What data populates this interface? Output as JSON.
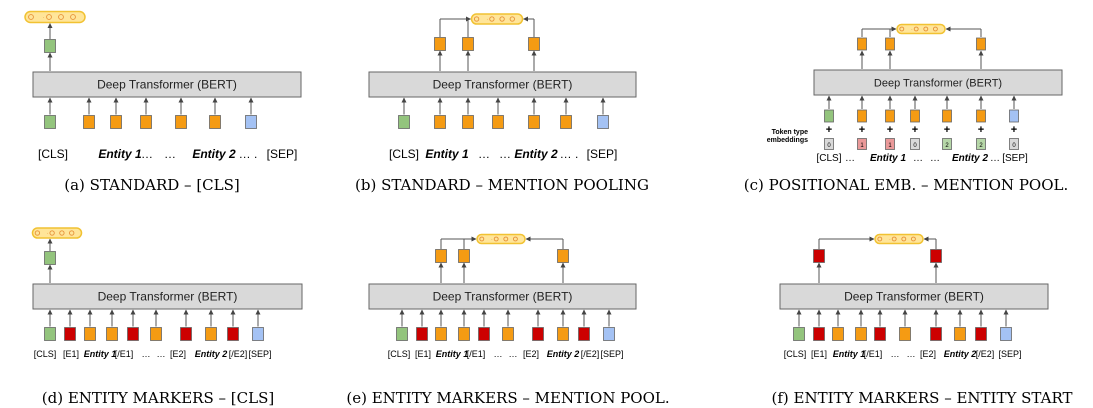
{
  "colors": {
    "cls": "#93c47d",
    "entity": "#f59b13",
    "marker": "#cc0000",
    "sep": "#a4c2f4",
    "transformer_fill": "#d9d9d9",
    "pool_fill": "#ffe599",
    "pool_stroke": "#f1c232",
    "type_gray": "#d9d9d9",
    "type_red": "#ea9999",
    "type_green": "#b6d7a8"
  },
  "panels": [
    {
      "id": "a",
      "caption": "(a) STANDARD – [CLS]",
      "transformer_label": "Deep Transformer (BERT)",
      "tokens": [
        "[CLS]",
        "Entity 1",
        "…",
        "…",
        "Entity 2",
        "… .",
        "[SEP]"
      ],
      "pooled": "cls"
    },
    {
      "id": "b",
      "caption": "(b) STANDARD – MENTION POOLING",
      "transformer_label": "Deep Transformer (BERT)",
      "tokens": [
        "[CLS]",
        "Entity 1",
        "…",
        "…",
        "Entity 2",
        "… .",
        "[SEP]"
      ],
      "pooled": "mention"
    },
    {
      "id": "c",
      "caption": "(c) POSITIONAL EMB. – MENTION POOL.",
      "transformer_label": "Deep Transformer (BERT)",
      "type_embeddings_label": [
        "Token type",
        "embeddings"
      ],
      "type_ids": [
        "0",
        "1",
        "1",
        "0",
        "2",
        "2",
        "0"
      ],
      "tokens": [
        "[CLS]",
        "…",
        "Entity 1",
        "…",
        "…",
        "Entity 2",
        "…",
        "[SEP]"
      ],
      "pooled": "mention"
    },
    {
      "id": "d",
      "caption": "(d) ENTITY MARKERS – [CLS]",
      "transformer_label": "Deep Transformer (BERT)",
      "tokens": [
        "[CLS]",
        "[E1]",
        "Entity 1",
        "[/E1]",
        "…",
        "…",
        "[E2]",
        "Entity 2",
        "[/E2]",
        "[SEP]"
      ],
      "pooled": "cls"
    },
    {
      "id": "e",
      "caption": "(e) ENTITY MARKERS – MENTION POOL.",
      "transformer_label": "Deep Transformer (BERT)",
      "tokens": [
        "[CLS]",
        "[E1]",
        "Entity 1",
        "[/E1]",
        "…",
        "…",
        "[E2]",
        "Entity 2",
        "[/E2]",
        "[SEP]"
      ],
      "pooled": "mention"
    },
    {
      "id": "f",
      "caption": "(f) ENTITY MARKERS – ENTITY START",
      "transformer_label": "Deep Transformer (BERT)",
      "tokens": [
        "[CLS]",
        "[E1]",
        "Entity 1",
        "[/E1]",
        "…",
        "…",
        "[E2]",
        "Entity 2",
        "[/E2]",
        "[SEP]"
      ],
      "pooled": "start"
    }
  ]
}
